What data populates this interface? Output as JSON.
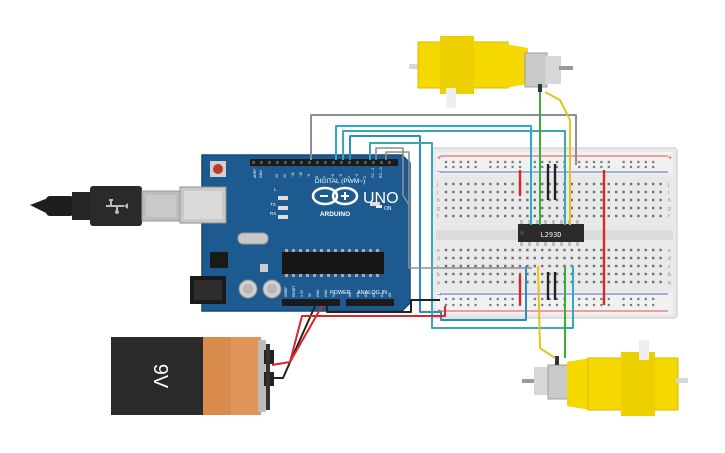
{
  "arduino": {
    "brand_label": "ARDUINO",
    "model_label": "UNO",
    "digital_label": "DIGITAL (PWM~)",
    "power_label": "POWER",
    "analog_label": "ANALOG IN",
    "on_label": "ON",
    "tx_label": "TX",
    "rx_label": "RX",
    "l_label": "L",
    "aref_label": "AREF",
    "gnd_label": "GND",
    "digital_pins": [
      "13",
      "12",
      "~11",
      "~10",
      "~9",
      "8",
      "7",
      "~6",
      "~5",
      "4",
      "~3",
      "2",
      "TX→1",
      "RX←0"
    ],
    "power_pins": [
      "IOREF",
      "RESET",
      "3.3V",
      "5V",
      "GND",
      "GND",
      "Vin"
    ],
    "analog_pins": [
      "A0",
      "A1",
      "A2",
      "A3",
      "A4",
      "A5"
    ]
  },
  "battery": {
    "label": "9V"
  },
  "ic": {
    "label": "L293D"
  },
  "breadboard": {
    "row_letters_top": [
      "j",
      "i",
      "h",
      "g",
      "f"
    ],
    "row_letters_bottom": [
      "e",
      "d",
      "c",
      "b",
      "a"
    ],
    "plus_label": "+",
    "minus_label": "−"
  },
  "colors": {
    "wire_gray": "#8a8f94",
    "wire_cyan": "#29a9d6",
    "wire_teal": "#3aa7b8",
    "wire_black": "#222222",
    "wire_red": "#d8262b",
    "wire_green": "#3cab3c",
    "wire_yellow": "#e6c21e",
    "arduino_blue": "#1d5a8f",
    "motor_yellow": "#f4d800",
    "battery_orange": "#d98b4c"
  },
  "icons": [
    "usb-cable-icon",
    "dc-motor-icon",
    "dc-motor-icon",
    "battery-9v-icon",
    "ic-chip-icon"
  ]
}
